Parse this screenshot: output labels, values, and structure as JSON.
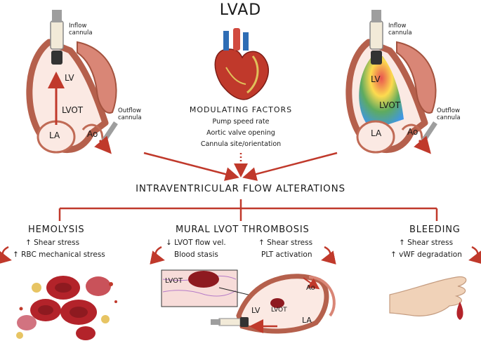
{
  "title": "LVAD",
  "left_heart": {
    "inflow": "Inflow\ncannula",
    "lv": "LV",
    "lvot": "LVOT",
    "la": "LA",
    "ao": "Ao",
    "outflow": "Outflow\ncannula"
  },
  "right_heart": {
    "inflow": "Inflow\ncannula",
    "lv": "LV",
    "lvot": "LVOT",
    "la": "LA",
    "ao": "Ao",
    "outflow": "Outflow\ncannula"
  },
  "modulating": {
    "heading": "MODULATING FACTORS",
    "items": [
      "Pump speed rate",
      "Aortic valve opening",
      "Cannula site/orientation"
    ]
  },
  "flow_heading": "INTRAVENTRICULAR FLOW ALTERATIONS",
  "hemolysis": {
    "heading": "HEMOLYSIS",
    "lines": [
      "↑ Shear stress",
      "↑ RBC mechanical stress"
    ]
  },
  "thrombosis": {
    "heading": "MURAL LVOT THROMBOSIS",
    "left_lines": [
      "↓ LVOT flow vel.",
      "Blood stasis"
    ],
    "right_lines": [
      "↑ Shear stress",
      "PLT activation"
    ],
    "inset_label": "LVOT",
    "heart_lv": "LV",
    "heart_lvot": "LVOT",
    "heart_la": "LA",
    "heart_ao": "Ao"
  },
  "bleeding": {
    "heading": "BLEEDING",
    "lines": [
      "↑ Shear stress",
      "↑ vWF degradation"
    ]
  },
  "colors": {
    "accent": "#c0392b",
    "tissue": "#d98676",
    "tissue_dark": "#a4533f",
    "rbc": "#b3232a",
    "skin": "#f0d2b8"
  }
}
